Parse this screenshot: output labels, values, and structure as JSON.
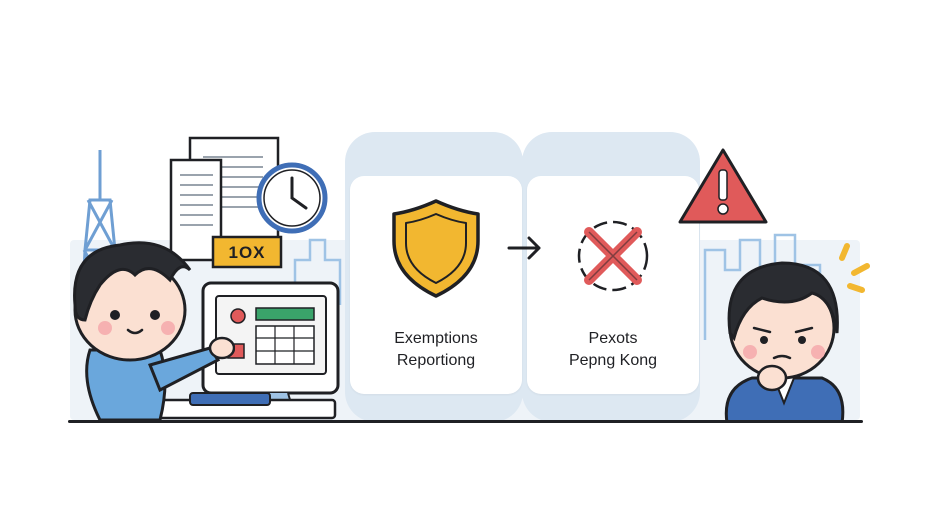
{
  "illustration": {
    "document_tag": "1OX"
  },
  "cards": [
    {
      "label": "Exemptions\nReportiong",
      "icon": "shield-icon"
    },
    {
      "label": "Pexots\nPepng Kong",
      "icon": "reject-x-icon"
    }
  ],
  "colors": {
    "accent_yellow": "#f2b730",
    "alert_red": "#e05a5a",
    "primary_blue": "#3f6eb6",
    "light_blue": "#6aa7dc",
    "card_background": "#dde8f2"
  }
}
